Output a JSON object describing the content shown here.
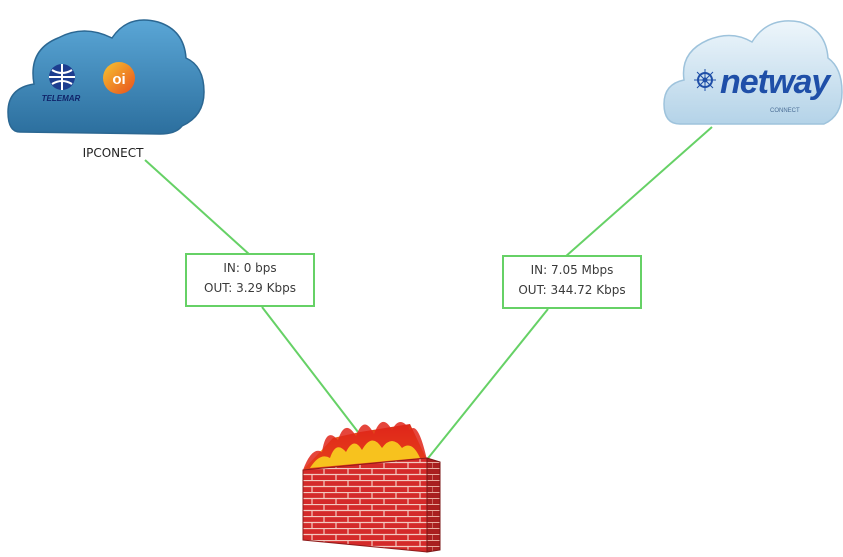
{
  "nodes": {
    "left_cloud": {
      "label": "IPCONECT",
      "logos": {
        "telemar": "TELEMAR",
        "oi": "oi"
      }
    },
    "right_cloud": {
      "logo": {
        "brand": "netway",
        "tagline": "CONNECT"
      }
    },
    "firewall": {
      "icon": "firewall-icon"
    }
  },
  "links": {
    "left": {
      "in": "IN: 0 bps",
      "out": "OUT: 3.29 Kbps"
    },
    "right": {
      "in": "IN: 7.05 Mbps",
      "out": "OUT: 344.72 Kbps"
    }
  },
  "colors": {
    "link_line": "#66d166",
    "cloud_fill_left": "#3c86b6",
    "cloud_fill_right": "#cfe3f0",
    "firewall_brick": "#d42a2a",
    "flame": "#f08a1c",
    "oi_accent": "#f0a020",
    "netway_blue": "#1f4fa8"
  }
}
